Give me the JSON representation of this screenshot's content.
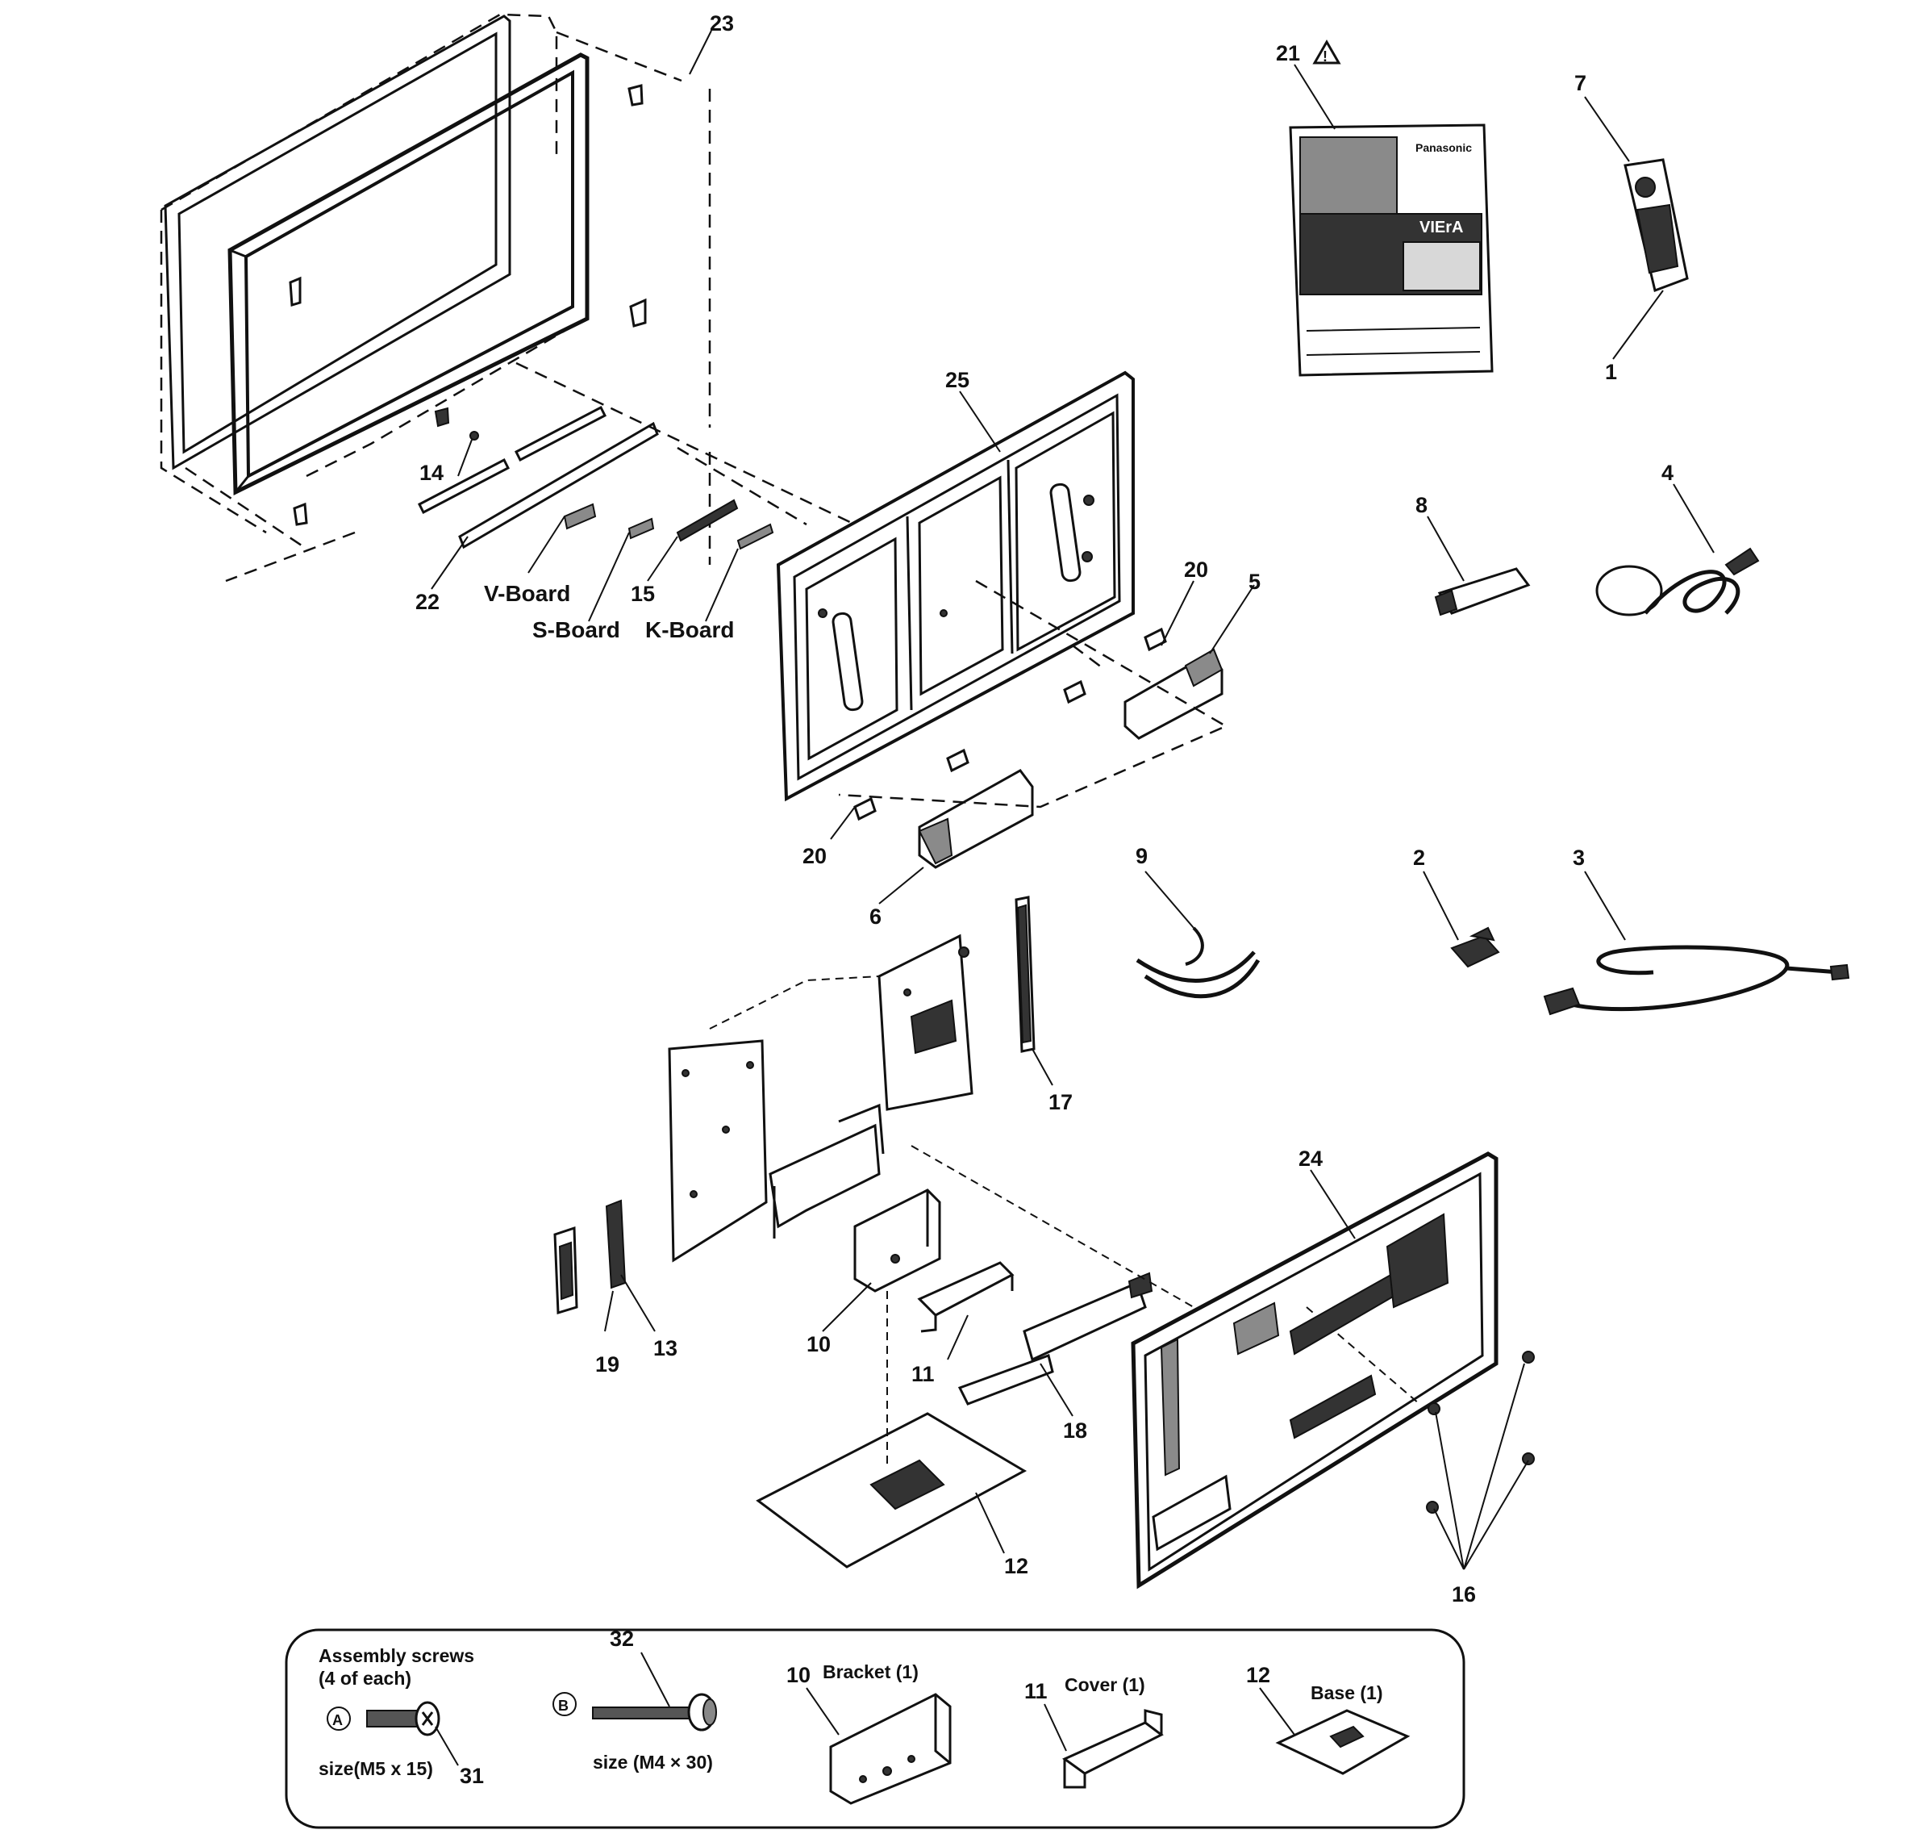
{
  "labels": {
    "p1": "1",
    "p2": "2",
    "p3": "3",
    "p4": "4",
    "p5": "5",
    "p6": "6",
    "p7": "7",
    "p8": "8",
    "p9": "9",
    "p10": "10",
    "p11": "11",
    "p12": "12",
    "p13": "13",
    "p14": "14",
    "p15": "15",
    "p16": "16",
    "p17": "17",
    "p18": "18",
    "p19": "19",
    "p20a": "20",
    "p20b": "20",
    "p21": "21",
    "p22": "22",
    "p23": "23",
    "p24": "24",
    "p25": "25"
  },
  "boards": {
    "v": "V-Board",
    "s": "S-Board",
    "k": "K-Board"
  },
  "manual": {
    "brand": "Panasonic",
    "product": "VIErA"
  },
  "legend": {
    "title_line1": "Assembly screws",
    "title_line2": "(4 of each)",
    "marker_a": "A",
    "marker_b": "B",
    "num31": "31",
    "num32": "32",
    "size_a": "size(M5 x 15)",
    "size_b": "size (M4 × 30)",
    "num10": "10",
    "bracket": "Bracket (1)",
    "num11": "11",
    "cover": "Cover (1)",
    "num12": "12",
    "base": "Base (1)"
  },
  "colors": {
    "ink": "#111111",
    "paper": "#ffffff"
  }
}
